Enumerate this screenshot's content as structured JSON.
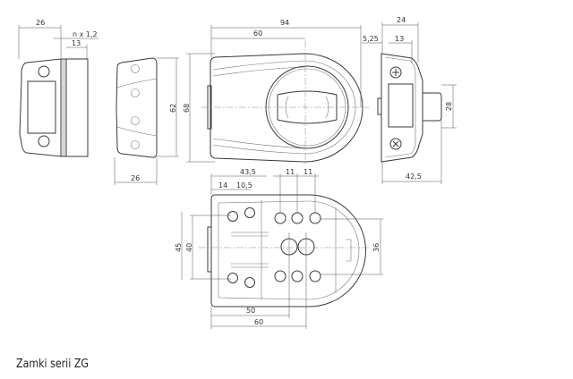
{
  "caption": "Zamki serii ZG",
  "dimensions": {
    "strike_width": "26",
    "strike_thickness": "n x 1,2",
    "strike_depth": "13",
    "cover_height": "62",
    "lock_height": "68",
    "cover_width": "26",
    "lock_length": "94",
    "axis_offset": "60",
    "side_offset": "5,25",
    "side_width": "24",
    "side_inner": "13",
    "knob_height": "28",
    "side_total": "42,5",
    "holes_span": "43,5",
    "hole_first": "14",
    "hole_pitch_small": "10,5",
    "hole_pitch_a": "11",
    "hole_pitch_b": "11",
    "base_height_outer": "45",
    "base_height_inner": "40",
    "right_holes": "36",
    "base_axis_50": "50",
    "base_axis_60": "60"
  }
}
